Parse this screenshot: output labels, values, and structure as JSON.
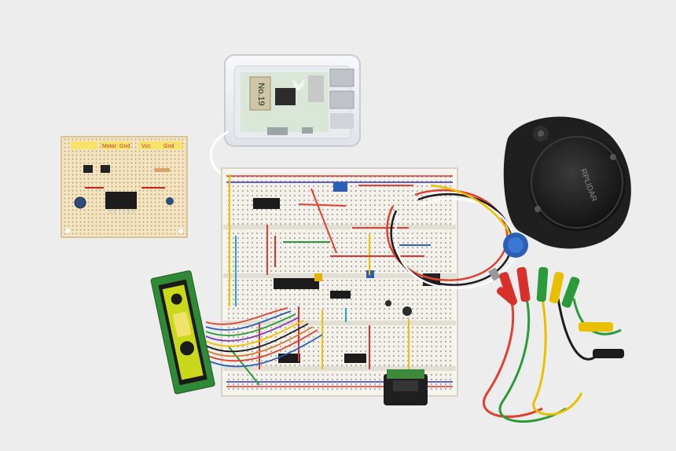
{
  "photo": {
    "raspberry_pi_label": "No.19",
    "lidar_label": "RPLIDAR",
    "perfboard_labels": [
      "Motor",
      "Gnd",
      "Vcc",
      "Gnd"
    ]
  }
}
